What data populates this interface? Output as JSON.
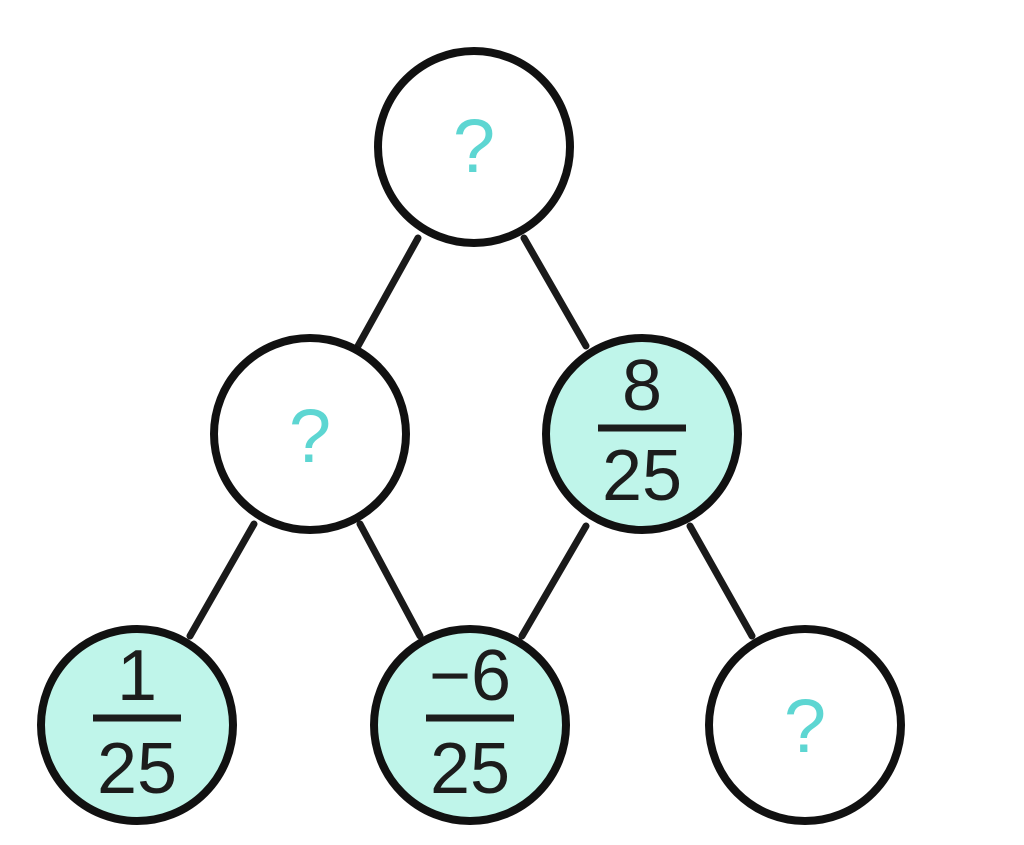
{
  "colors": {
    "filled_node": "#bff5ea",
    "empty_node": "#ffffff",
    "unknown_mark": "#5dd6d2"
  },
  "nodes": {
    "top": {
      "unknown": "?"
    },
    "middle_left": {
      "unknown": "?"
    },
    "middle_right": {
      "numerator": "8",
      "denominator": "25"
    },
    "bottom_left": {
      "numerator": "1",
      "denominator": "25"
    },
    "bottom_middle": {
      "numerator": "−6",
      "denominator": "25"
    },
    "bottom_right": {
      "unknown": "?"
    }
  }
}
